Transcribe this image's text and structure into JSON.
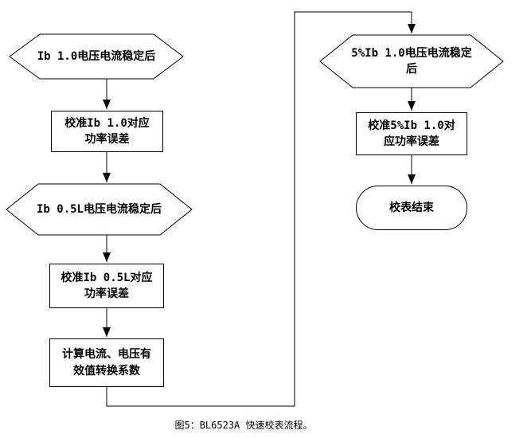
{
  "colors": {
    "stroke": "#000000",
    "fill": "#ffffff",
    "text": "#000000"
  },
  "caption": "图5：BL6523A 快速校表流程。",
  "nodes": {
    "hex_ib10": {
      "label": "Ib 1.0电压电流稳定后"
    },
    "rect_cal_ib10": {
      "label": "校准Ib 1.0对应\n功率误差"
    },
    "hex_ib05l": {
      "label": "Ib 0.5L电压电流稳定后"
    },
    "rect_cal_ib05l": {
      "label": "校准Ib 0.5L对应\n功率误差"
    },
    "rect_compute": {
      "label": "计算电流、电压有\n效值转换系数"
    },
    "hex_5ib10": {
      "label": "5%Ib 1.0电压电流稳定\n后"
    },
    "rect_cal_5ib10": {
      "label": "校准5%Ib 1.0对\n应功率误差"
    },
    "end": {
      "label": "校表结束"
    }
  }
}
